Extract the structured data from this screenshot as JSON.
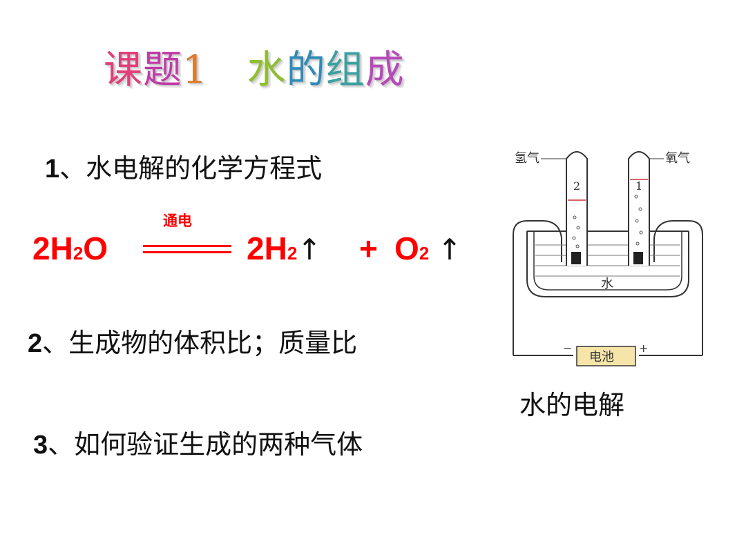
{
  "title": {
    "chars": [
      {
        "text": "课",
        "color": "#e0407a"
      },
      {
        "text": "题",
        "color": "#c03aa8"
      },
      {
        "text": "1",
        "color": "#e07a2a"
      },
      {
        "text": "　",
        "color": "#ffffff"
      },
      {
        "text": "水",
        "color": "#8fbe2e"
      },
      {
        "text": "的",
        "color": "#2e8bb8"
      },
      {
        "text": "组",
        "color": "#3aa0a0"
      },
      {
        "text": "成",
        "color": "#b64ab8"
      }
    ]
  },
  "items": [
    {
      "num": "1",
      "text": "、水电解的化学方程式"
    },
    {
      "num": "2",
      "text": "、生成物的体积比；质量比"
    },
    {
      "num": "3",
      "text": "、如何验证生成的两种气体"
    }
  ],
  "equation": {
    "condition": "通电",
    "reactant": {
      "coef": "2H",
      "sub": "2",
      "rest": "O"
    },
    "product1": {
      "coef": "2H",
      "sub": "2",
      "arrow": "↑"
    },
    "plus": "+",
    "product2": {
      "coef": "O",
      "sub": "2",
      "arrow": "↑"
    },
    "color": "#ff0000"
  },
  "diagram": {
    "label_hydrogen": "氢气",
    "label_oxygen": "氧气",
    "tube_left_num": "2",
    "tube_right_num": "1",
    "water_label": "水",
    "battery_label": "电池",
    "minus": "−",
    "plus": "+"
  },
  "caption": "水的电解"
}
